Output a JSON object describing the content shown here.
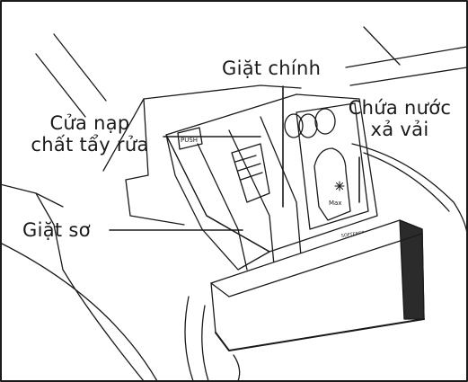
{
  "labels": {
    "main_wash": "Giặt chính",
    "detergent_door_line1": "Cửa nạp",
    "detergent_door_line2": "chất tẩy rửa",
    "softener_line1": "Chứa nước",
    "softener_line2": "xả vải",
    "prewash": "Giặt sơ"
  },
  "printed_marks": {
    "push": "PUSH",
    "max": "Max",
    "softener_text": "SOFTENER"
  },
  "colors": {
    "line": "#1a1a1a",
    "background": "#ffffff",
    "shadow": "#2b2b2b"
  }
}
